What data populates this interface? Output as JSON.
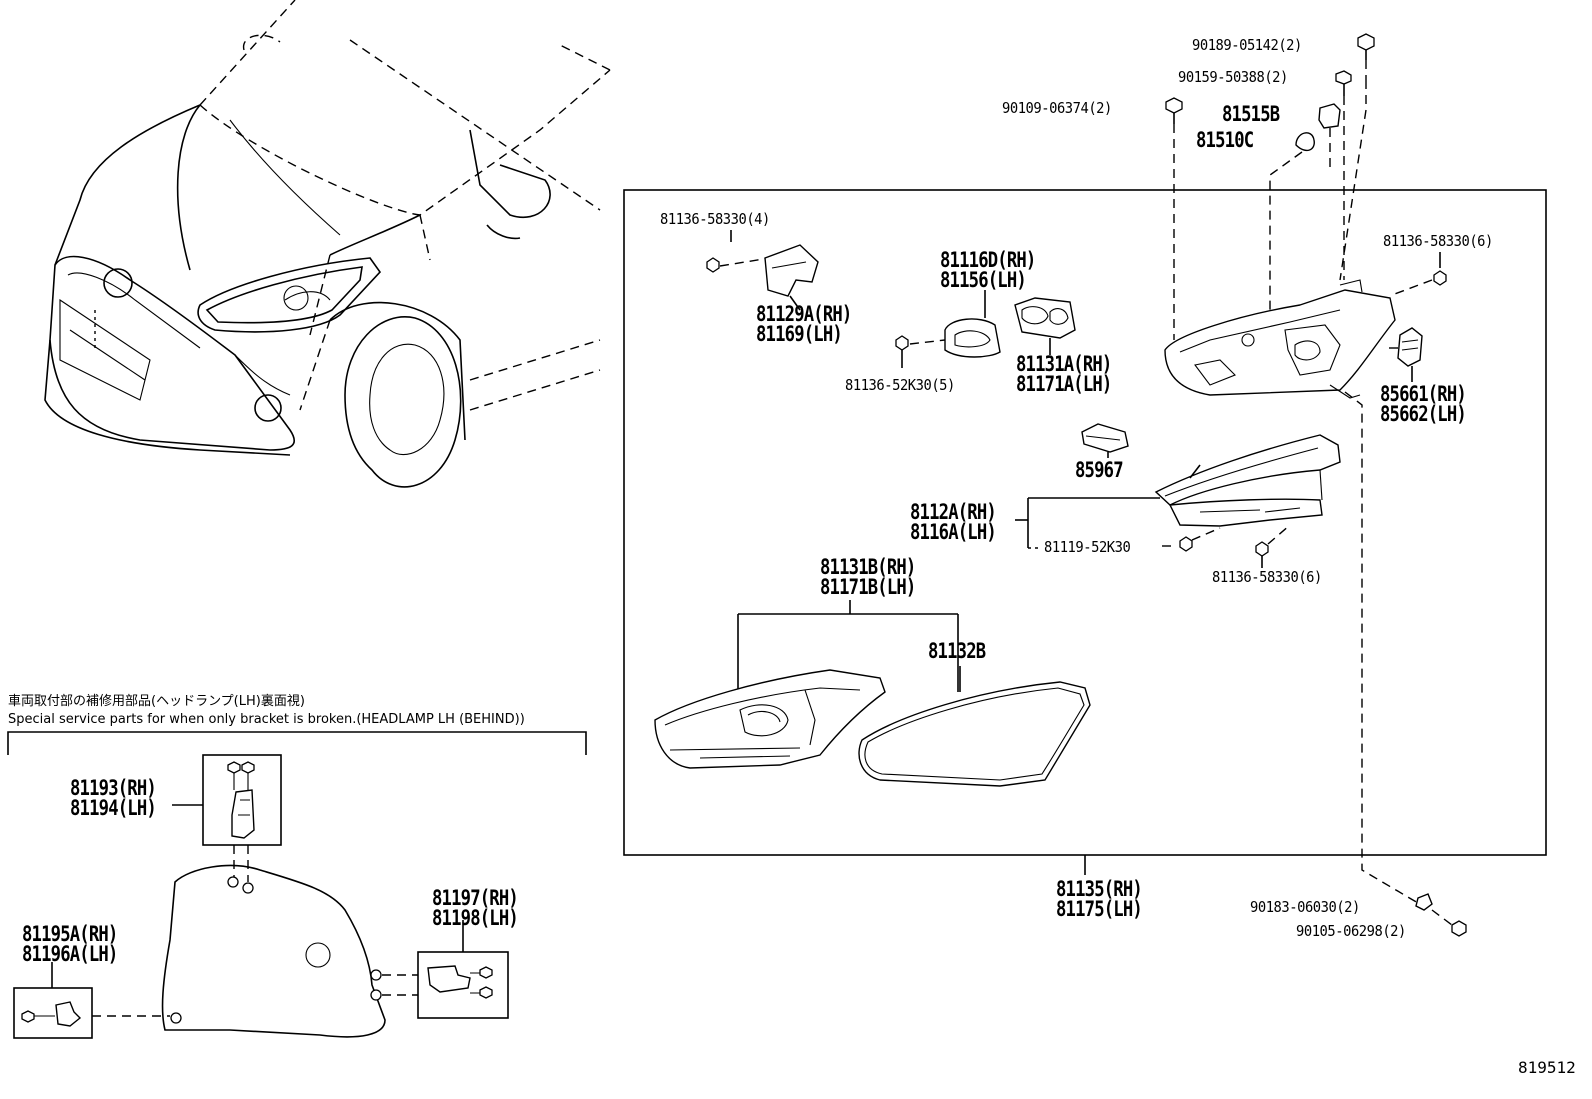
{
  "notes": {
    "jp": "車両取付部の補修用部品(ヘッドランプ(LH)裏面視)",
    "en": "Special service parts for when only bracket is broken.(HEADLAMP LH (BEHIND))"
  },
  "illustration_code": "819512",
  "labels": {
    "p90189": "90189-05142(2)",
    "p90159": "90159-50388(2)",
    "p90109": "90109-06374(2)",
    "p81515": "81515B",
    "p81510": "81510C",
    "p81136a": "81136-58330(4)",
    "p81129_rh": "81129A(RH)",
    "p81129_lh": "81169(LH)",
    "p81116_rh": "81116D(RH)",
    "p81116_lh": "81156(LH)",
    "p81136b": "81136-52K30(5)",
    "p81131a_rh": "81131A(RH)",
    "p81131a_lh": "81171A(LH)",
    "p81136c": "81136-58330(6)",
    "p85661_rh": "85661(RH)",
    "p85661_lh": "85662(LH)",
    "p85967": "85967",
    "p8112_rh": "8112A(RH)",
    "p8112_lh": "8116A(LH)",
    "p81119": "81119-52K30",
    "p81136d": "81136-58330(6)",
    "p81131b_rh": "81131B(RH)",
    "p81131b_lh": "81171B(LH)",
    "p81132": "81132B",
    "p81135_rh": "81135(RH)",
    "p81135_lh": "81175(LH)",
    "p90183": "90183-06030(2)",
    "p90105": "90105-06298(2)",
    "p81193_rh": "81193(RH)",
    "p81193_lh": "81194(LH)",
    "p81195_rh": "81195A(RH)",
    "p81195_lh": "81196A(LH)",
    "p81197_rh": "81197(RH)",
    "p81197_lh": "81198(LH)"
  }
}
